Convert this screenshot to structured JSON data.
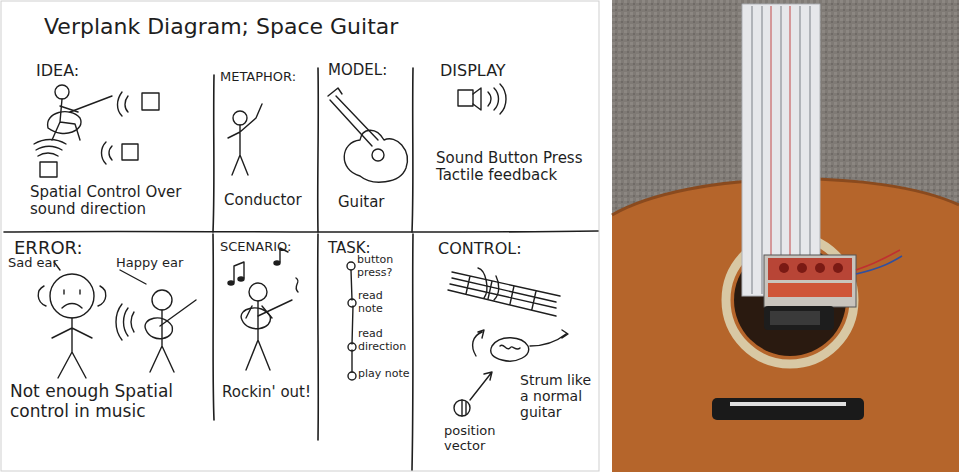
{
  "diagram": {
    "title": "Verplank Diagram; Space Guitar",
    "nodes": [
      {
        "text": [
          "IDEA:",
          "Spatial Control Over sound direction"
        ]
      },
      {
        "text": [
          "METAPHOR:",
          "Conductor"
        ]
      },
      {
        "text": [
          "MODEL:",
          "Guitar"
        ]
      },
      {
        "text": [
          "DISPLAY",
          "Sound Button Press Tactile feedback"
        ]
      },
      {
        "text": [
          "ERROR:",
          "Sad ear",
          "Happy ear",
          "Not enough Spatial control in music"
        ]
      },
      {
        "text": [
          "SCENARIO:",
          "Rockin' out!"
        ]
      },
      {
        "text": [
          "TASK:",
          "button press?",
          "read note",
          "read direction",
          "play note"
        ]
      },
      {
        "text": [
          "CONTROL:",
          "Strum like a normal guitar",
          "position vector"
        ]
      }
    ]
  }
}
